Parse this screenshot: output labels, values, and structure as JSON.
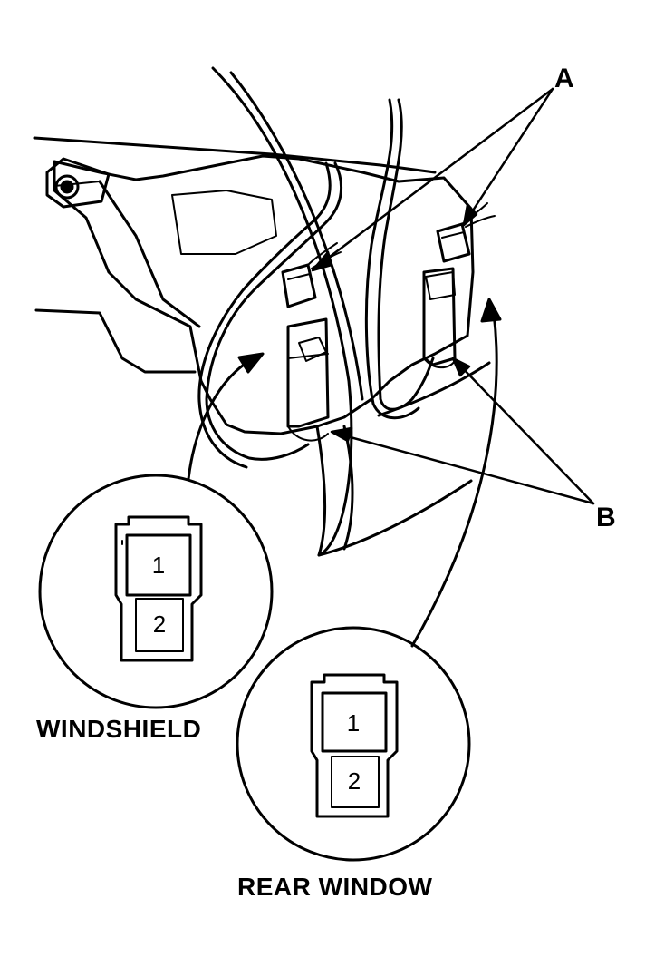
{
  "callouts": {
    "a": "A",
    "b": "B"
  },
  "connectors": {
    "windshield": {
      "caption": "WINDSHIELD",
      "pin_top": "1",
      "pin_bottom": "2"
    },
    "rear_window": {
      "caption": "REAR WINDOW",
      "pin_top": "1",
      "pin_bottom": "2"
    }
  },
  "colors": {
    "ink": "#000000",
    "paper": "#ffffff"
  }
}
